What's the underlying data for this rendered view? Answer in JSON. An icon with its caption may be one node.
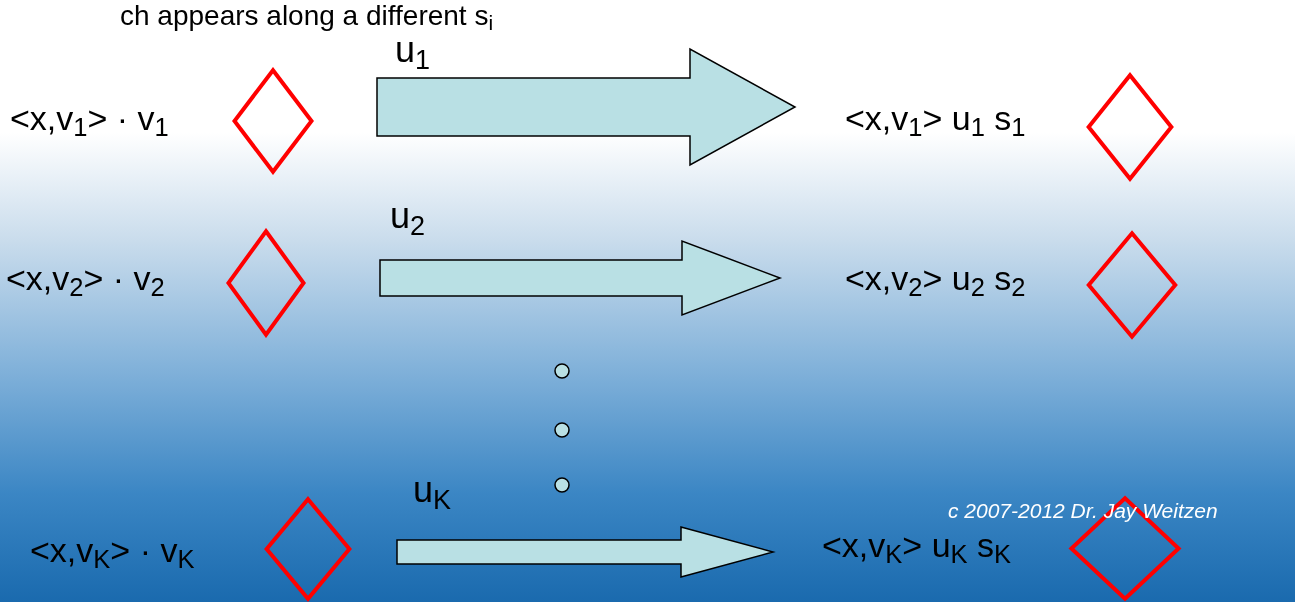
{
  "diagram": {
    "title": "ch appears along a different s$_{i}$",
    "nodes": [
      {
        "text": [
          "<x,v$_{1}$> · v$_{1}$"
        ]
      },
      {
        "text": [],
        "shape": "diamond"
      },
      {
        "text": [
          "<x,v$_{1}$> u$_{1}$ s$_{1}$"
        ]
      },
      {
        "text": [],
        "shape": "diamond"
      },
      {
        "text": [
          "<x,v$_{2}$> · v$_{2}$"
        ]
      },
      {
        "text": [],
        "shape": "diamond"
      },
      {
        "text": [
          "<x,v$_{2}$> u$_{2}$ s$_{2}$"
        ]
      },
      {
        "text": [],
        "shape": "diamond"
      },
      {
        "text": [
          "<x,v$_{K}$> · v$_{K}$"
        ]
      },
      {
        "text": [],
        "shape": "diamond"
      },
      {
        "text": [
          "<x,v$_{K}$> u$_{K}$ s$_{K}$"
        ]
      },
      {
        "text": [],
        "shape": "diamond"
      }
    ],
    "edges": [
      {
        "from": 0,
        "to": 2,
        "arrow": "to",
        "label": "u$_{1}$"
      },
      {
        "from": 4,
        "to": 6,
        "arrow": "to",
        "label": "u$_{2}$"
      },
      {
        "from": 8,
        "to": 10,
        "arrow": "to",
        "label": "u$_{K}$"
      }
    ],
    "labels": [
      "c 2007-2012 Dr. Jay Weitzen"
    ]
  }
}
